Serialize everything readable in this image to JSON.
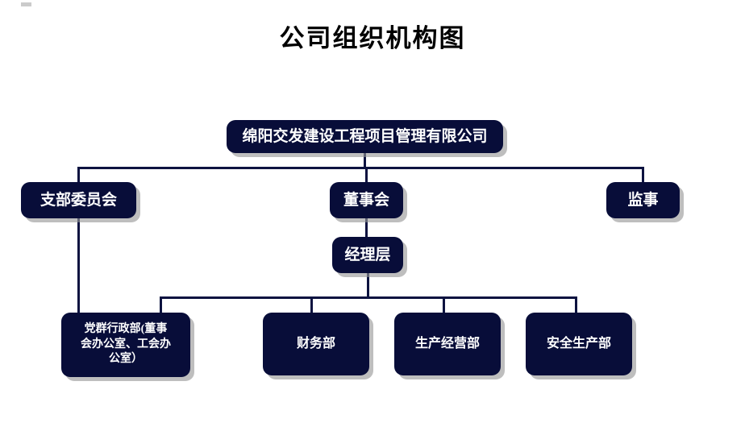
{
  "chart_data": {
    "type": "diagram",
    "diagram_type": "organizational-chart",
    "title": "公司组织机构图",
    "orientation": "top-down",
    "colors": {
      "node_fill": "#080d39",
      "node_text": "#ffffff",
      "connector": "#0d1340",
      "shadow": "#969696",
      "background": "#ffffff",
      "title_text": "#000000"
    },
    "levels": [
      {
        "level": 1,
        "nodes": [
          "绵阳交发建设工程项目管理有限公司"
        ]
      },
      {
        "level": 2,
        "nodes": [
          "支部委员会",
          "董事会",
          "监事"
        ]
      },
      {
        "level": 3,
        "nodes": [
          "经理层"
        ]
      },
      {
        "level": 4,
        "nodes": [
          "党群行政部（董事会办公室、工会办公室）",
          "财务部",
          "生产经营部",
          "安全生产部"
        ]
      }
    ],
    "edges": [
      {
        "from": "绵阳交发建设工程项目管理有限公司",
        "to": "支部委员会"
      },
      {
        "from": "绵阳交发建设工程项目管理有限公司",
        "to": "董事会"
      },
      {
        "from": "绵阳交发建设工程项目管理有限公司",
        "to": "监事"
      },
      {
        "from": "董事会",
        "to": "经理层"
      },
      {
        "from": "支部委员会",
        "to": "党群行政部（董事会办公室、工会办公室）"
      },
      {
        "from": "经理层",
        "to": "党群行政部（董事会办公室、工会办公室）"
      },
      {
        "from": "经理层",
        "to": "财务部"
      },
      {
        "from": "经理层",
        "to": "生产经营部"
      },
      {
        "from": "经理层",
        "to": "安全生产部"
      }
    ]
  },
  "title": "公司组织机构图",
  "nodes": {
    "root": "绵阳交发建设工程项目管理有限公司",
    "branch_committee": "支部委员会",
    "board": "董事会",
    "supervisor": "监事",
    "management": "经理层",
    "party_admin": "党群行政部(董事\n会办公室、工会办\n公室）",
    "finance": "财务部",
    "production": "生产经营部",
    "safety": "安全生产部"
  }
}
